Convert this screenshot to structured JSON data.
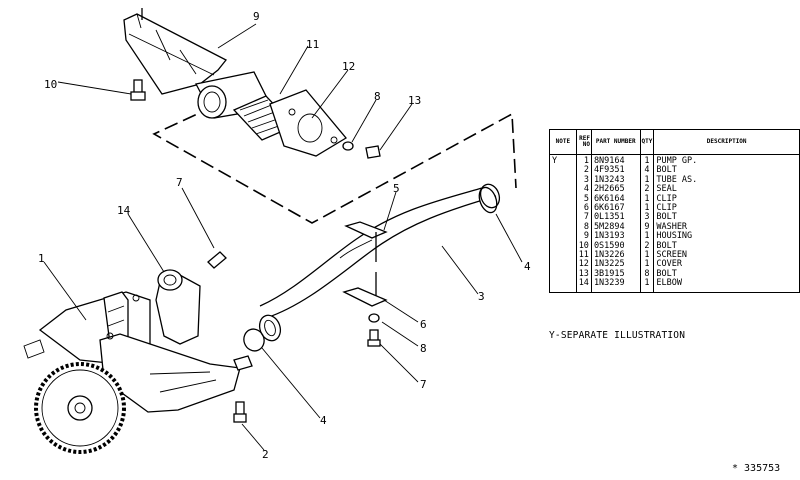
{
  "callouts": [
    {
      "id": "c1",
      "text": "1"
    },
    {
      "id": "c2",
      "text": "2"
    },
    {
      "id": "c3",
      "text": "3"
    },
    {
      "id": "c4a",
      "text": "4"
    },
    {
      "id": "c4b",
      "text": "4"
    },
    {
      "id": "c5",
      "text": "5"
    },
    {
      "id": "c6",
      "text": "6"
    },
    {
      "id": "c7a",
      "text": "7"
    },
    {
      "id": "c7b",
      "text": "7"
    },
    {
      "id": "c8a",
      "text": "8"
    },
    {
      "id": "c8b",
      "text": "8"
    },
    {
      "id": "c9",
      "text": "9"
    },
    {
      "id": "c10",
      "text": "10"
    },
    {
      "id": "c11",
      "text": "11"
    },
    {
      "id": "c12",
      "text": "12"
    },
    {
      "id": "c13",
      "text": "13"
    },
    {
      "id": "c14",
      "text": "14"
    }
  ],
  "parts_table": {
    "headers": {
      "note": "NOTE",
      "ref": "REF NO",
      "part": "PART NUMBER",
      "qty": "QTY",
      "desc": "DESCRIPTION"
    },
    "rows": [
      {
        "note": "Y",
        "ref": "1",
        "part": "8N9164",
        "qty": "1",
        "desc": "PUMP GP."
      },
      {
        "note": "",
        "ref": "2",
        "part": "4F9351",
        "qty": "4",
        "desc": "BOLT"
      },
      {
        "note": "",
        "ref": "3",
        "part": "1N3243",
        "qty": "1",
        "desc": "TUBE AS."
      },
      {
        "note": "",
        "ref": "4",
        "part": "2H2665",
        "qty": "2",
        "desc": "SEAL"
      },
      {
        "note": "",
        "ref": "5",
        "part": "6K6164",
        "qty": "1",
        "desc": "CLIP"
      },
      {
        "note": "",
        "ref": "6",
        "part": "6K6167",
        "qty": "1",
        "desc": "CLIP"
      },
      {
        "note": "",
        "ref": "7",
        "part": "0L1351",
        "qty": "3",
        "desc": "BOLT"
      },
      {
        "note": "",
        "ref": "8",
        "part": "5M2894",
        "qty": "9",
        "desc": "WASHER"
      },
      {
        "note": "",
        "ref": "9",
        "part": "1N3193",
        "qty": "1",
        "desc": "HOUSING"
      },
      {
        "note": "",
        "ref": "10",
        "part": "0S1590",
        "qty": "2",
        "desc": "BOLT"
      },
      {
        "note": "",
        "ref": "11",
        "part": "1N3226",
        "qty": "1",
        "desc": "SCREEN"
      },
      {
        "note": "",
        "ref": "12",
        "part": "1N3225",
        "qty": "1",
        "desc": "COVER"
      },
      {
        "note": "",
        "ref": "13",
        "part": "3B1915",
        "qty": "8",
        "desc": "BOLT"
      },
      {
        "note": "",
        "ref": "14",
        "part": "1N3239",
        "qty": "1",
        "desc": "ELBOW"
      }
    ]
  },
  "footnote": "Y-SEPARATE ILLUSTRATION",
  "figure_id": "* 335753"
}
